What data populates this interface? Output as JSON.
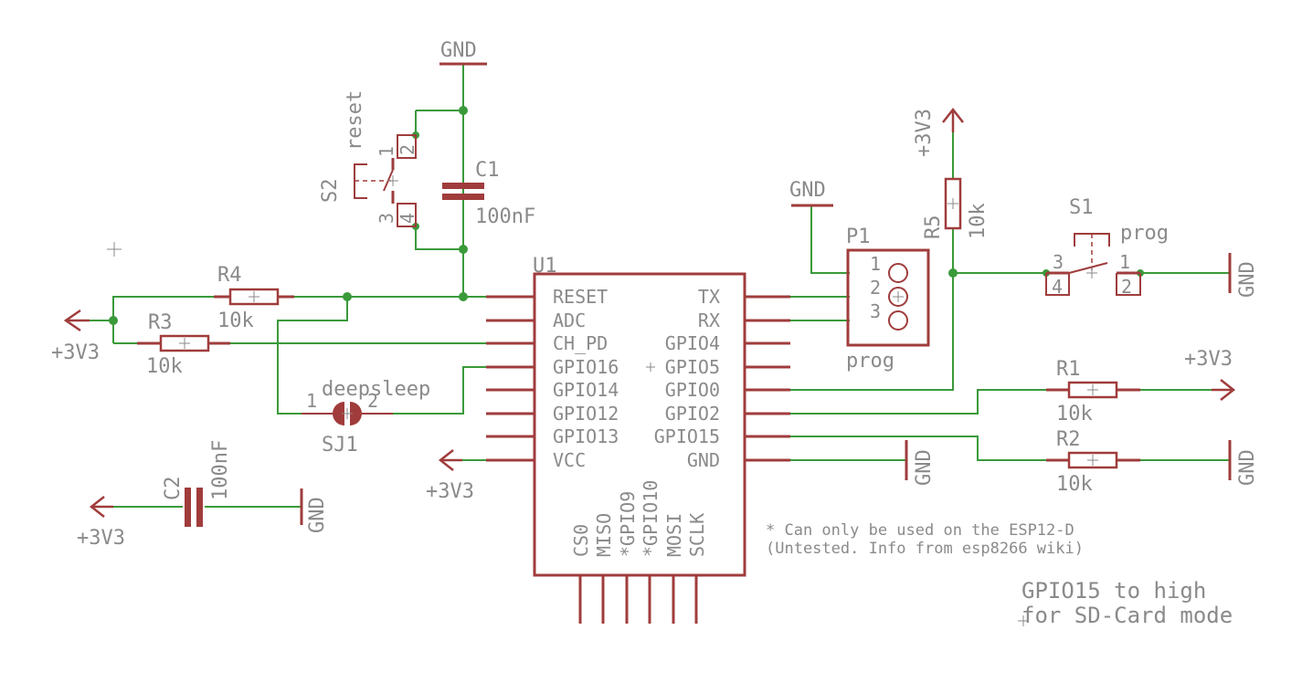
{
  "u1": {
    "ref": "U1",
    "left_pins": [
      "RESET",
      "ADC",
      "CH_PD",
      "GPIO16",
      "GPIO14",
      "GPIO12",
      "GPIO13",
      "VCC"
    ],
    "right_pins": [
      "TX",
      "RX",
      "GPIO4",
      "GPIO5",
      "GPIO0",
      "GPIO2",
      "GPIO15",
      "GND"
    ],
    "bottom_pins": [
      "CS0",
      "MISO",
      "*GPIO9",
      "*GPIO10",
      "MOSI",
      "SCLK"
    ]
  },
  "supply": {
    "gnd": "GND",
    "v33": "+3V3"
  },
  "s2": {
    "ref": "S2",
    "name": "reset",
    "p1": "1",
    "p2": "2",
    "p3": "3",
    "p4": "4"
  },
  "c1": {
    "ref": "C1",
    "value": "100nF"
  },
  "c2": {
    "ref": "C2",
    "value": "100nF"
  },
  "r1": {
    "ref": "R1",
    "value": "10k"
  },
  "r2": {
    "ref": "R2",
    "value": "10k"
  },
  "r3": {
    "ref": "R3",
    "value": "10k"
  },
  "r4": {
    "ref": "R4",
    "value": "10k"
  },
  "r5": {
    "ref": "R5",
    "value": "10k"
  },
  "sj1": {
    "ref": "SJ1",
    "name": "deepsleep",
    "p1": "1",
    "p2": "2"
  },
  "p1": {
    "ref": "P1",
    "name": "prog",
    "pins": [
      "1",
      "2",
      "3"
    ]
  },
  "s1": {
    "ref": "S1",
    "name": "prog",
    "p1": "1",
    "p2": "2",
    "p3": "3",
    "p4": "4"
  },
  "notes": {
    "esp12d_line1": "* Can only be used on the ESP12-D",
    "esp12d_line2": "(Untested. Info from esp8266 wiki)",
    "sd_line1": "GPIO15 to high",
    "sd_line2": "for SD-Card mode"
  },
  "colors": {
    "part": "#a03c3c",
    "wire": "#3a9a3a",
    "text": "#8a8a8a"
  }
}
